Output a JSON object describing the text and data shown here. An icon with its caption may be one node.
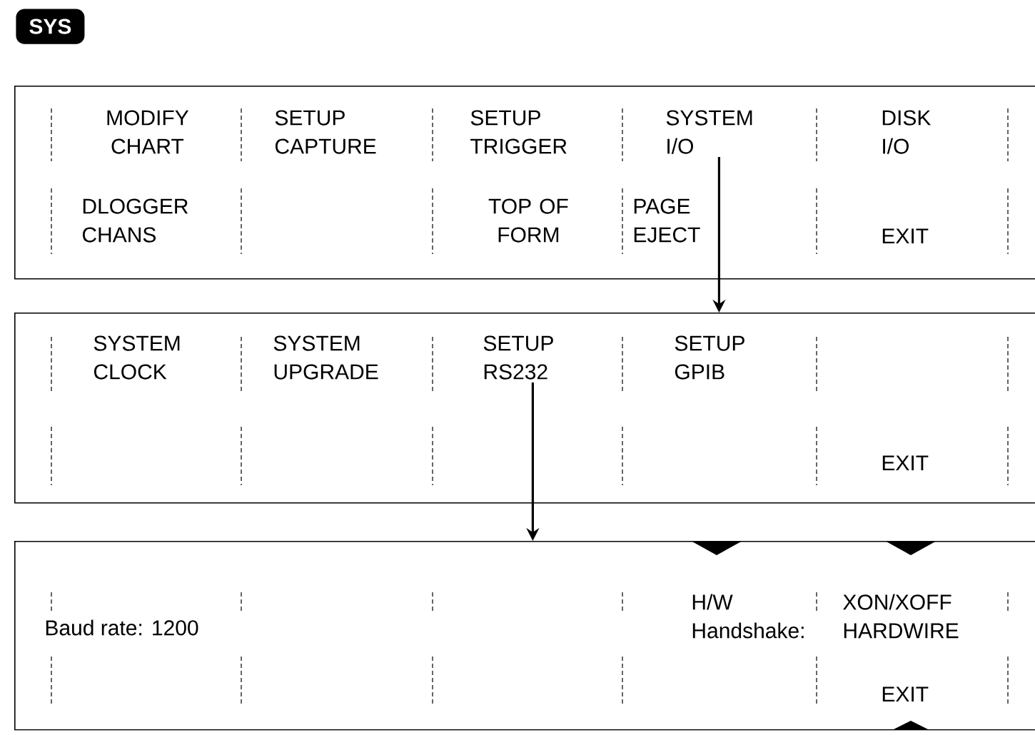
{
  "diagram": {
    "nodes": [
      {
        "text": [
          "SYS"
        ]
      },
      {
        "text": [],
        "shape": "box"
      },
      {
        "text": [
          "MODIFY CHART"
        ],
        "in": 1
      },
      {
        "text": [
          "SETUP CAPTURE"
        ],
        "in": 1
      },
      {
        "text": [
          "SETUP TRIGGER"
        ],
        "in": 1
      },
      {
        "text": [
          "SYSTEM I/O"
        ],
        "in": 1
      },
      {
        "text": [
          "DISK I/O"
        ],
        "in": 1
      },
      {
        "text": [
          "DLOGGER CHANS"
        ],
        "in": 1
      },
      {
        "text": [
          "TOP OF FORM"
        ],
        "in": 1
      },
      {
        "text": [
          "PAGE EJECT"
        ],
        "in": 1
      },
      {
        "text": [
          "EXIT"
        ],
        "in": 1
      },
      {
        "text": [],
        "shape": "box"
      },
      {
        "text": [
          "SYSTEM CLOCK"
        ],
        "in": 11
      },
      {
        "text": [
          "SYSTEM UPGRADE"
        ],
        "in": 11
      },
      {
        "text": [
          "SETUP RS232"
        ],
        "in": 11
      },
      {
        "text": [
          "SETUP GPIB"
        ],
        "in": 11
      },
      {
        "text": [
          "EXIT"
        ],
        "in": 11
      },
      {
        "text": [],
        "shape": "box"
      },
      {
        "text": [
          "Baud rate:  1200"
        ],
        "in": 17
      },
      {
        "text": [
          "H/W Handshake:"
        ],
        "in": 17
      },
      {
        "text": [
          "XON/XOFF HARDWIRE"
        ],
        "in": 17
      },
      {
        "text": [
          "EXIT"
        ],
        "in": 17
      }
    ],
    "edges": [
      {
        "from": 5,
        "to": 11,
        "arrow": "to"
      },
      {
        "from": 14,
        "to": 17,
        "arrow": "to"
      }
    ]
  }
}
